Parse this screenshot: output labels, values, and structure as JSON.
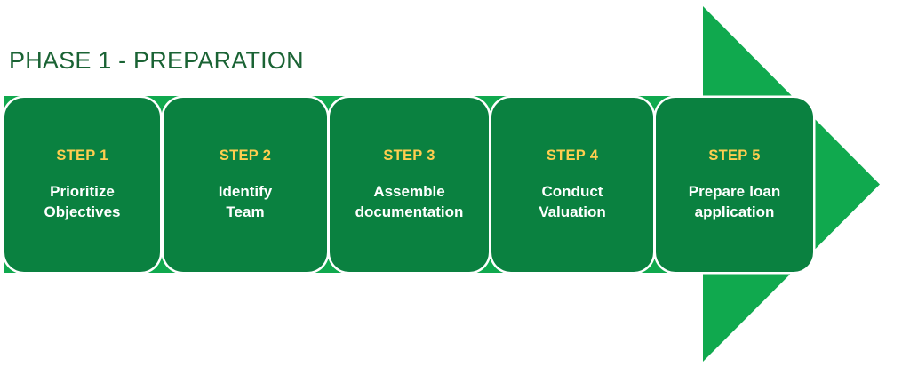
{
  "diagram": {
    "title": "PHASE 1 - PREPARATION",
    "type": "process-arrow",
    "colors": {
      "title_text": "#1a6334",
      "arrow_head": "#10a94e",
      "arrow_body": "#10a94e",
      "step_box_fill": "#0a8140",
      "step_number_text": "#ffce4f",
      "step_label_text": "#ffffff",
      "background": "#ffffff"
    },
    "steps": [
      {
        "number": "STEP 1",
        "label": "Prioritize\nObjectives",
        "line1": "Prioritize",
        "line2": "Objectives"
      },
      {
        "number": "STEP 2",
        "label": "Identify\nTeam",
        "line1": "Identify",
        "line2": "Team"
      },
      {
        "number": "STEP 3",
        "label": "Assemble\ndocumentation",
        "line1": "Assemble",
        "line2": "documentation"
      },
      {
        "number": "STEP 4",
        "label": "Conduct\nValuation",
        "line1": "Conduct",
        "line2": "Valuation"
      },
      {
        "number": "STEP 5",
        "label": "Prepare loan\napplication",
        "line1": "Prepare loan",
        "line2": "application"
      }
    ]
  }
}
